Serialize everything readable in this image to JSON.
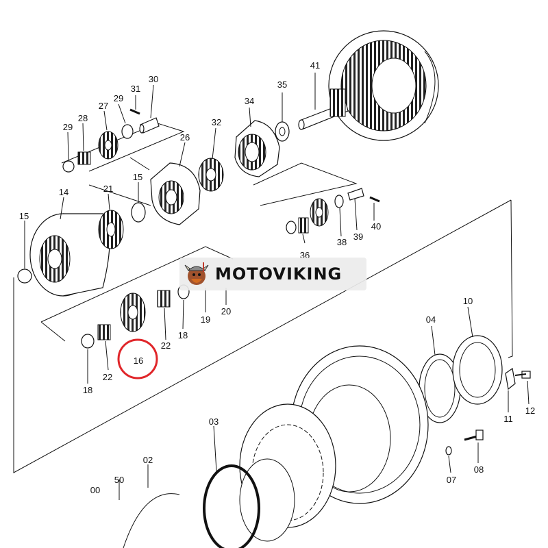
{
  "brand": {
    "name": "MOTOVIKING",
    "logo_icon": "viking-mascot-icon"
  },
  "highlight": {
    "part": "16",
    "color": "#e0262a"
  },
  "callouts": {
    "p41": "41",
    "p35": "35",
    "p34": "34",
    "p30": "30",
    "p31": "31",
    "p29a": "29",
    "p27": "27",
    "p28": "28",
    "p29b": "29",
    "p32": "32",
    "p26": "26",
    "p14": "14",
    "p21": "21",
    "p15a": "15",
    "p15b": "15",
    "p36": "36",
    "p38": "38",
    "p39": "39",
    "p40": "40",
    "p19": "19",
    "p20": "20",
    "p18a": "18",
    "p22a": "22",
    "p16": "16",
    "p22b": "22",
    "p18b": "18",
    "p04": "04",
    "p10": "10",
    "p11": "11",
    "p12": "12",
    "p03": "03",
    "p07": "07",
    "p08": "08",
    "p02": "02",
    "p50": "50",
    "p00": "00"
  }
}
